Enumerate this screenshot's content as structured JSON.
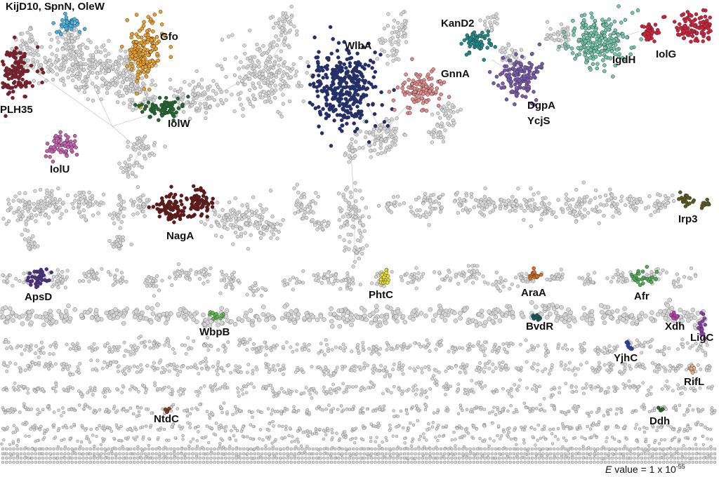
{
  "figure": {
    "edge_color": "#bdbdbd",
    "node_fill_default": "#d6d6d6",
    "node_stroke_default": "#7a7a7a"
  },
  "families": [
    {
      "id": "kijd10",
      "label": "KijD10, SpnN, OleW",
      "color": "#41b6e6"
    },
    {
      "id": "gfo",
      "label": "Gfo",
      "color": "#f0a020"
    },
    {
      "id": "plh35",
      "label": "PLH35",
      "color": "#8b1a2b"
    },
    {
      "id": "iolw",
      "label": "IolW",
      "color": "#1f6b2e"
    },
    {
      "id": "iolu",
      "label": "IolU",
      "color": "#c85fb0"
    },
    {
      "id": "wlba",
      "label": "WlbA",
      "color": "#1f2f7a"
    },
    {
      "id": "gnna",
      "label": "GnnA",
      "color": "#e88a8a"
    },
    {
      "id": "kand2",
      "label": "KanD2",
      "color": "#1a8a8a"
    },
    {
      "id": "dgpa",
      "label": "DgpA",
      "color": "#7a5ab0"
    },
    {
      "id": "ycjs",
      "label": "YcjS",
      "color": "#7a5ab0"
    },
    {
      "id": "igdh",
      "label": "IgdH",
      "color": "#6fc9aa"
    },
    {
      "id": "iolg",
      "label": "IolG",
      "color": "#d81f3a"
    },
    {
      "id": "naga",
      "label": "NagA",
      "color": "#6b1414"
    },
    {
      "id": "irp3",
      "label": "Irp3",
      "color": "#5a5a1a"
    },
    {
      "id": "apsd",
      "label": "ApsD",
      "color": "#4b2f8a"
    },
    {
      "id": "phtc",
      "label": "PhtC",
      "color": "#e8e020"
    },
    {
      "id": "araa",
      "label": "AraA",
      "color": "#e06a1a"
    },
    {
      "id": "afr",
      "label": "Afr",
      "color": "#4caf50"
    },
    {
      "id": "wbpb",
      "label": "WbpB",
      "color": "#5cbf4a"
    },
    {
      "id": "bvdr",
      "label": "BvdR",
      "color": "#0f5a5a"
    },
    {
      "id": "xdh",
      "label": "Xdh",
      "color": "#c03cb0"
    },
    {
      "id": "ligc",
      "label": "LigC",
      "color": "#8a3cb0"
    },
    {
      "id": "yjhc",
      "label": "YjhC",
      "color": "#2a3fb0"
    },
    {
      "id": "rifl",
      "label": "RifL",
      "color": "#f0b080"
    },
    {
      "id": "ntdc",
      "label": "NtdC",
      "color": "#8b3a1a"
    },
    {
      "id": "ddh",
      "label": "Ddh",
      "color": "#2a6a2a"
    }
  ],
  "evalue": {
    "prefix": "E",
    "middle": " value = 1 x 10",
    "exponent": "-55"
  }
}
